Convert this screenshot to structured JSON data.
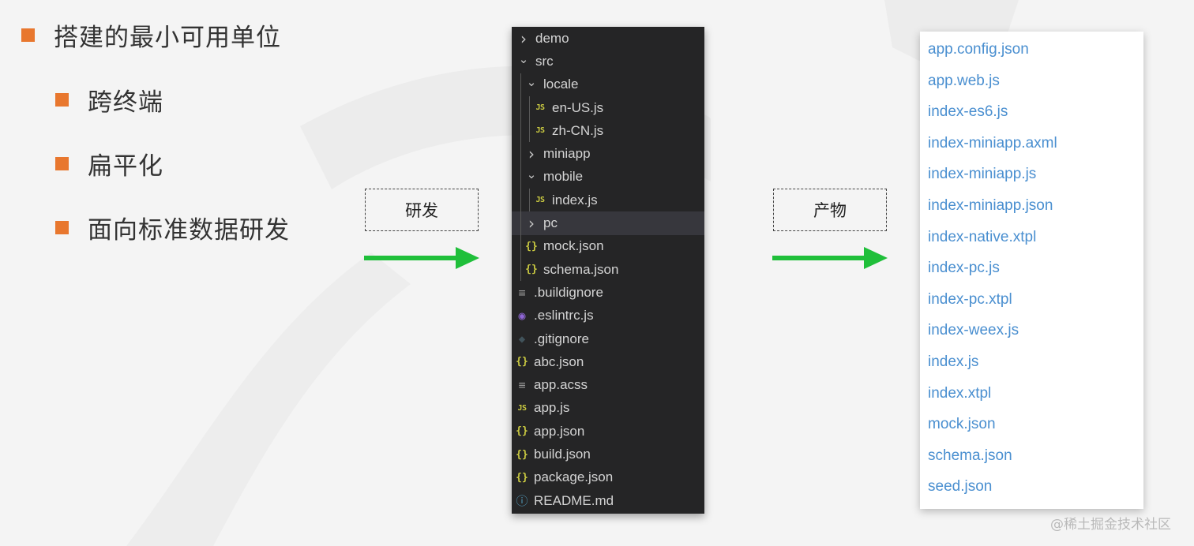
{
  "bullets": [
    "搭建的最小可用单位",
    "跨终端",
    "扁平化",
    "面向标准数据研发"
  ],
  "labels": {
    "develop": "研发",
    "output": "产物"
  },
  "colors": {
    "bullet": "#e8772e",
    "arrow": "#1fbf3a",
    "tree_bg": "#252526",
    "link": "#4a8fd0"
  },
  "file_tree": [
    {
      "name": "demo",
      "icon": "chevron-right-icon"
    },
    {
      "name": "src",
      "icon": "chevron-down-icon"
    },
    {
      "name": "locale",
      "icon": "chevron-down-icon"
    },
    {
      "name": "en-US.js",
      "icon": "js-file-icon"
    },
    {
      "name": "zh-CN.js",
      "icon": "js-file-icon"
    },
    {
      "name": "miniapp",
      "icon": "chevron-right-icon"
    },
    {
      "name": "mobile",
      "icon": "chevron-down-icon"
    },
    {
      "name": "index.js",
      "icon": "js-file-icon"
    },
    {
      "name": "pc",
      "icon": "chevron-right-icon",
      "selected": true
    },
    {
      "name": "mock.json",
      "icon": "json-file-icon"
    },
    {
      "name": "schema.json",
      "icon": "json-file-icon"
    },
    {
      "name": ".buildignore",
      "icon": "text-file-icon"
    },
    {
      "name": ".eslintrc.js",
      "icon": "eslint-icon"
    },
    {
      "name": ".gitignore",
      "icon": "git-icon"
    },
    {
      "name": "abc.json",
      "icon": "json-file-icon"
    },
    {
      "name": "app.acss",
      "icon": "text-file-icon"
    },
    {
      "name": "app.js",
      "icon": "js-file-icon"
    },
    {
      "name": "app.json",
      "icon": "json-file-icon"
    },
    {
      "name": "build.json",
      "icon": "json-file-icon"
    },
    {
      "name": "package.json",
      "icon": "json-file-icon"
    },
    {
      "name": "README.md",
      "icon": "info-icon"
    }
  ],
  "output_files": [
    "app.config.json",
    "app.web.js",
    "index-es6.js",
    "index-miniapp.axml",
    "index-miniapp.js",
    "index-miniapp.json",
    "index-native.xtpl",
    "index-pc.js",
    "index-pc.xtpl",
    "index-weex.js",
    "index.js",
    "index.xtpl",
    "mock.json",
    "schema.json",
    "seed.json"
  ],
  "watermark": "@稀土掘金技术社区"
}
